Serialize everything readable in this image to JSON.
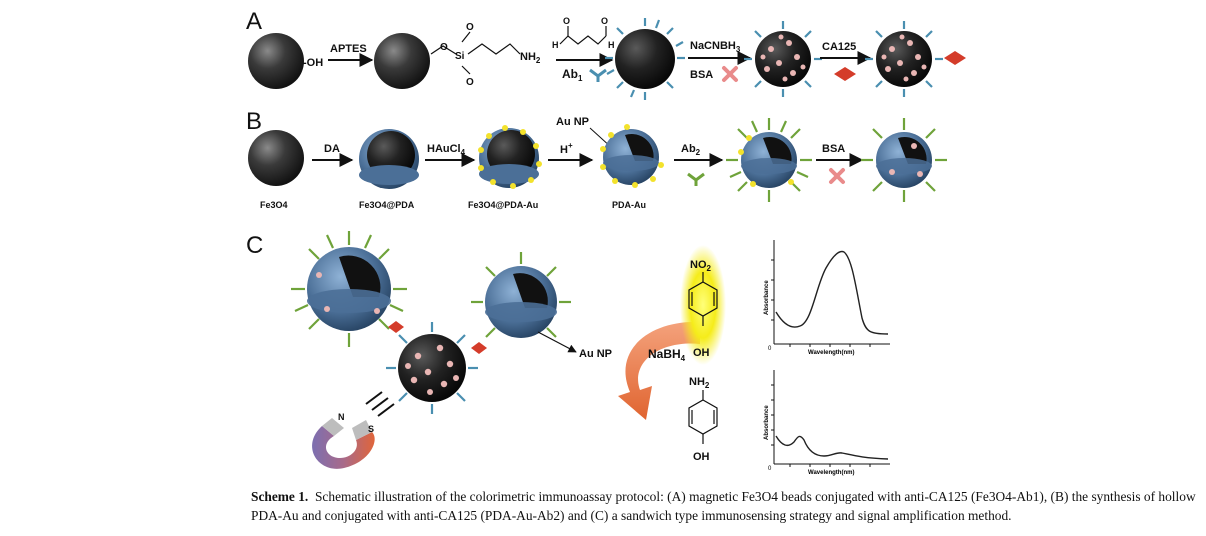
{
  "panels": {
    "a": "A",
    "b": "B",
    "c": "C"
  },
  "row_a": {
    "oh": "-OH",
    "aptes": "APTES",
    "si": "Si",
    "o": "O",
    "nh2": "NH",
    "h": "H",
    "ab1": "Ab",
    "ab1_sub": "1",
    "nacnbh3": "NaCNBH",
    "nacnbh3_sub": "3",
    "bsa": "BSA",
    "ca125": "CA125"
  },
  "row_b": {
    "fe3o4": "Fe3O4",
    "da": "DA",
    "fe3o4_pda": "Fe3O4@PDA",
    "haucl4": "HAuCl",
    "haucl4_sub": "4",
    "fe3o4_pda_au": "Fe3O4@PDA-Au",
    "au_np": "Au NP",
    "h_plus": "H",
    "plus": "+",
    "pda_au": "PDA-Au",
    "ab2": "Ab",
    "ab2_sub": "2",
    "bsa": "BSA"
  },
  "row_c": {
    "au_np": "Au NP",
    "nabh4": "NaBH",
    "nabh4_sub": "4",
    "no2": "NO",
    "no2_sub": "2",
    "oh": "OH",
    "nh2": "NH",
    "nh2_sub": "2",
    "oh_bottom": "OH",
    "magnet_n": "N",
    "magnet_s": "S"
  },
  "spectrum_top": {
    "ylabel": "Absorbance",
    "xlabel": "Wavelength(nm)",
    "origin": "0"
  },
  "spectrum_bottom": {
    "ylabel": "Absorbance",
    "xlabel": "Wavelength(nm)",
    "origin": "0"
  },
  "caption": {
    "label": "Scheme 1.",
    "text": "Schematic illustration of the colorimetric immunoassay protocol: (A) magnetic Fe3O4 beads conjugated with anti-CA125 (Fe3O4-Ab1), (B) the synthesis of hollow PDA-Au and conjugated with anti-CA125 (PDA-Au-Ab2) and (C) a sandwich type immunosensing strategy and signal amplification method."
  }
}
